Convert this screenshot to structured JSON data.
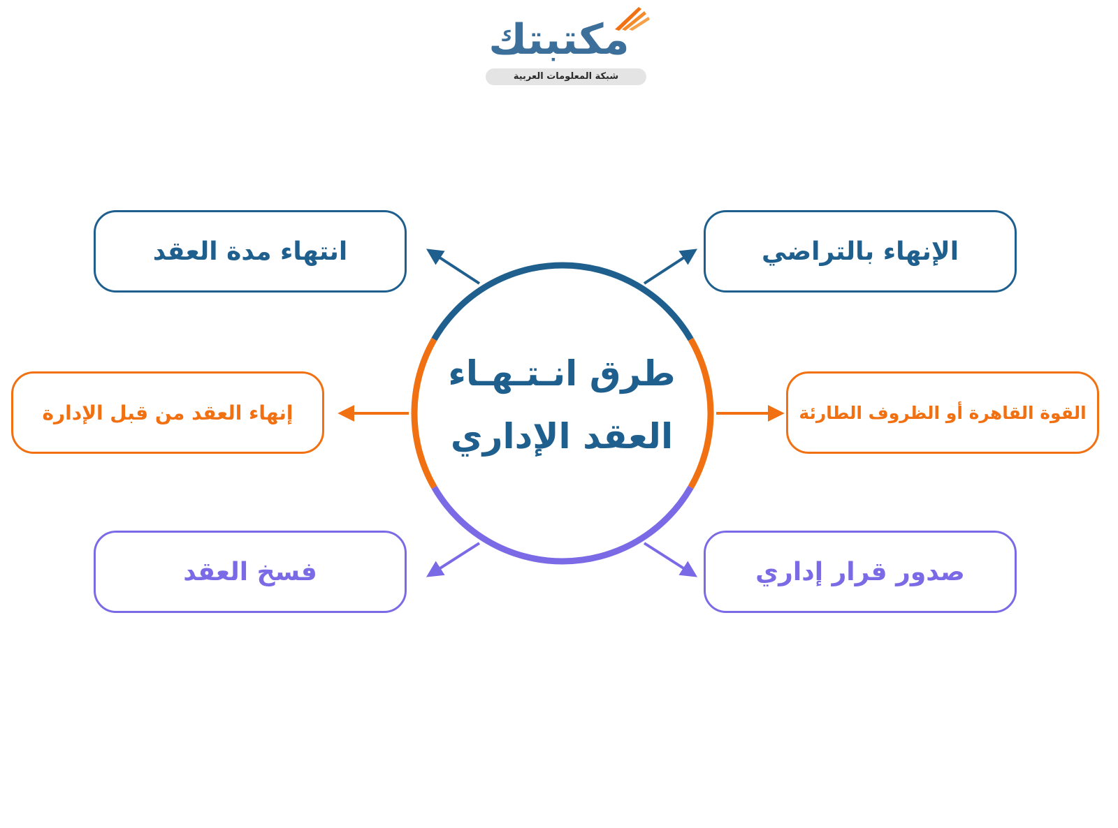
{
  "logo": {
    "title": "مكتبتك",
    "tagline": "شبكة المعلومات العربية"
  },
  "center": {
    "line1": "طرق انـتـهـاء",
    "line2": "العقد الإداري"
  },
  "items": {
    "end_duration": "انتهاء مدة العقد",
    "mutual": "الإنهاء بالتراضي",
    "admin_termination": "إنهاء العقد من قبل الإدارة",
    "force_majeure": "القوة القاهرة أو الظروف الطارئة",
    "rescission": "فسخ العقد",
    "admin_decision": "صدور قرار إداري"
  },
  "colors": {
    "blue": "#1f5f8e",
    "orange": "#f07012",
    "violet": "#7b6ae6",
    "logo_orange": "#f07012"
  }
}
